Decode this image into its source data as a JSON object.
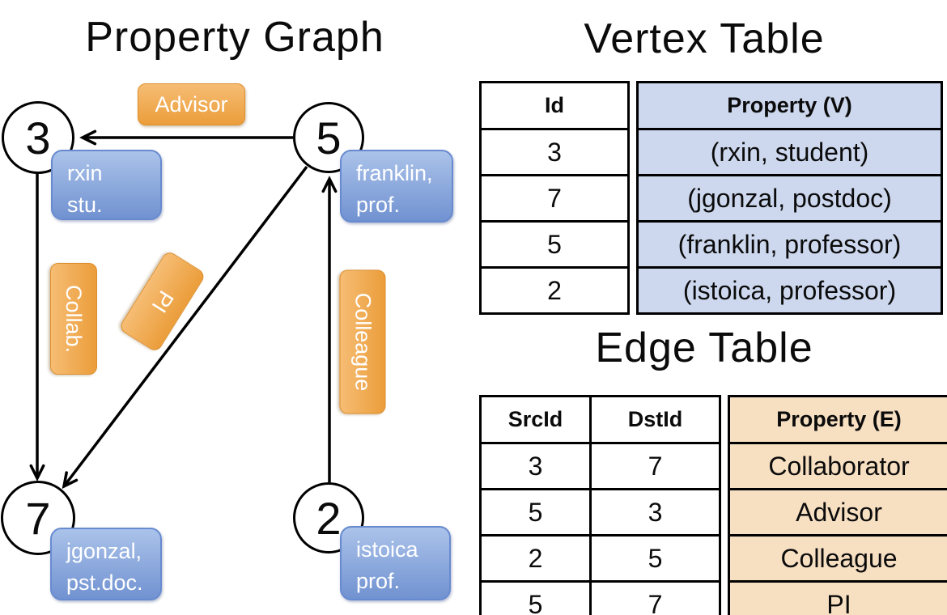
{
  "graph": {
    "title": "Property Graph",
    "nodes": [
      {
        "id": "3",
        "line1": "rxin",
        "line2": "stu."
      },
      {
        "id": "5",
        "line1": "franklin,",
        "line2": "prof."
      },
      {
        "id": "7",
        "line1": "jgonzal,",
        "line2": "pst.doc."
      },
      {
        "id": "2",
        "line1": "istoica",
        "line2": "prof."
      }
    ],
    "edges": [
      {
        "label": "Advisor",
        "src": "5",
        "dst": "3"
      },
      {
        "label": "Collab.",
        "src": "3",
        "dst": "7"
      },
      {
        "label": "PI",
        "src": "5",
        "dst": "7"
      },
      {
        "label": "Colleague",
        "src": "2",
        "dst": "5"
      }
    ]
  },
  "vertex_table": {
    "title": "Vertex Table",
    "columns": {
      "id": "Id",
      "property": "Property (V)"
    },
    "rows": [
      {
        "id": "3",
        "property": "(rxin, student)"
      },
      {
        "id": "7",
        "property": "(jgonzal, postdoc)"
      },
      {
        "id": "5",
        "property": "(franklin, professor)"
      },
      {
        "id": "2",
        "property": "(istoica, professor)"
      }
    ]
  },
  "edge_table": {
    "title": "Edge Table",
    "columns": {
      "src": "SrcId",
      "dst": "DstId",
      "property": "Property (E)"
    },
    "rows": [
      {
        "src": "3",
        "dst": "7",
        "property": "Collaborator"
      },
      {
        "src": "5",
        "dst": "3",
        "property": "Advisor"
      },
      {
        "src": "2",
        "dst": "5",
        "property": "Colleague"
      },
      {
        "src": "5",
        "dst": "7",
        "property": "PI"
      }
    ]
  },
  "colors": {
    "edge_label_orange_top": "#f6bd74",
    "edge_label_orange_bottom": "#eb9d3a",
    "vertex_label_blue_top": "#abc3ea",
    "vertex_label_blue_bottom": "#7192d1",
    "vertex_table_fill": "#cdd8ee",
    "edge_table_fill": "#f7dfc2",
    "line_color": "#000000"
  }
}
